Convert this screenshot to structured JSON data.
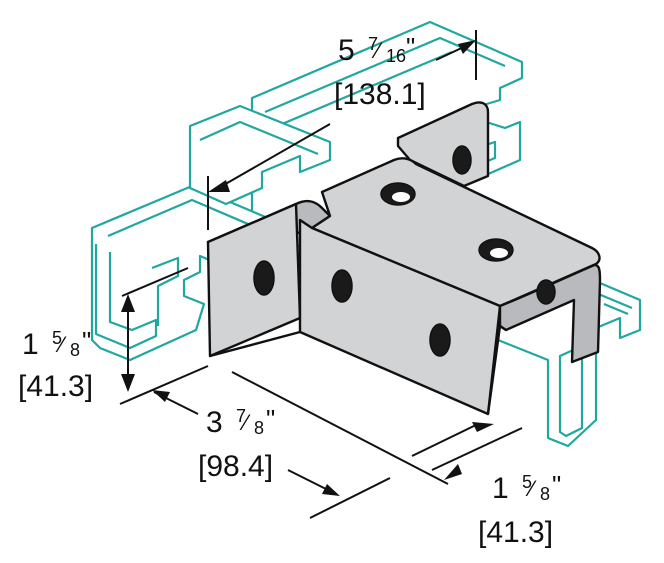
{
  "colors": {
    "channel": "#1fa7a0",
    "plate": "#d2d3d5",
    "plate_dark": "#b9babd",
    "line": "#111111",
    "background": "#ffffff"
  },
  "dimensions": {
    "top_width": {
      "whole": "5",
      "numerator": "7",
      "denominator": "16",
      "inch": "\"",
      "mm": "[138.1]"
    },
    "left_height": {
      "whole": "1",
      "numerator": "5",
      "denominator": "8",
      "inch": "\"",
      "mm": "[41.3]"
    },
    "length": {
      "whole": "3",
      "numerator": "7",
      "denominator": "8",
      "inch": "\"",
      "mm": "[98.4]"
    },
    "channel_width": {
      "whole": "1",
      "numerator": "5",
      "denominator": "8",
      "inch": "\"",
      "mm": "[41.3]"
    }
  }
}
